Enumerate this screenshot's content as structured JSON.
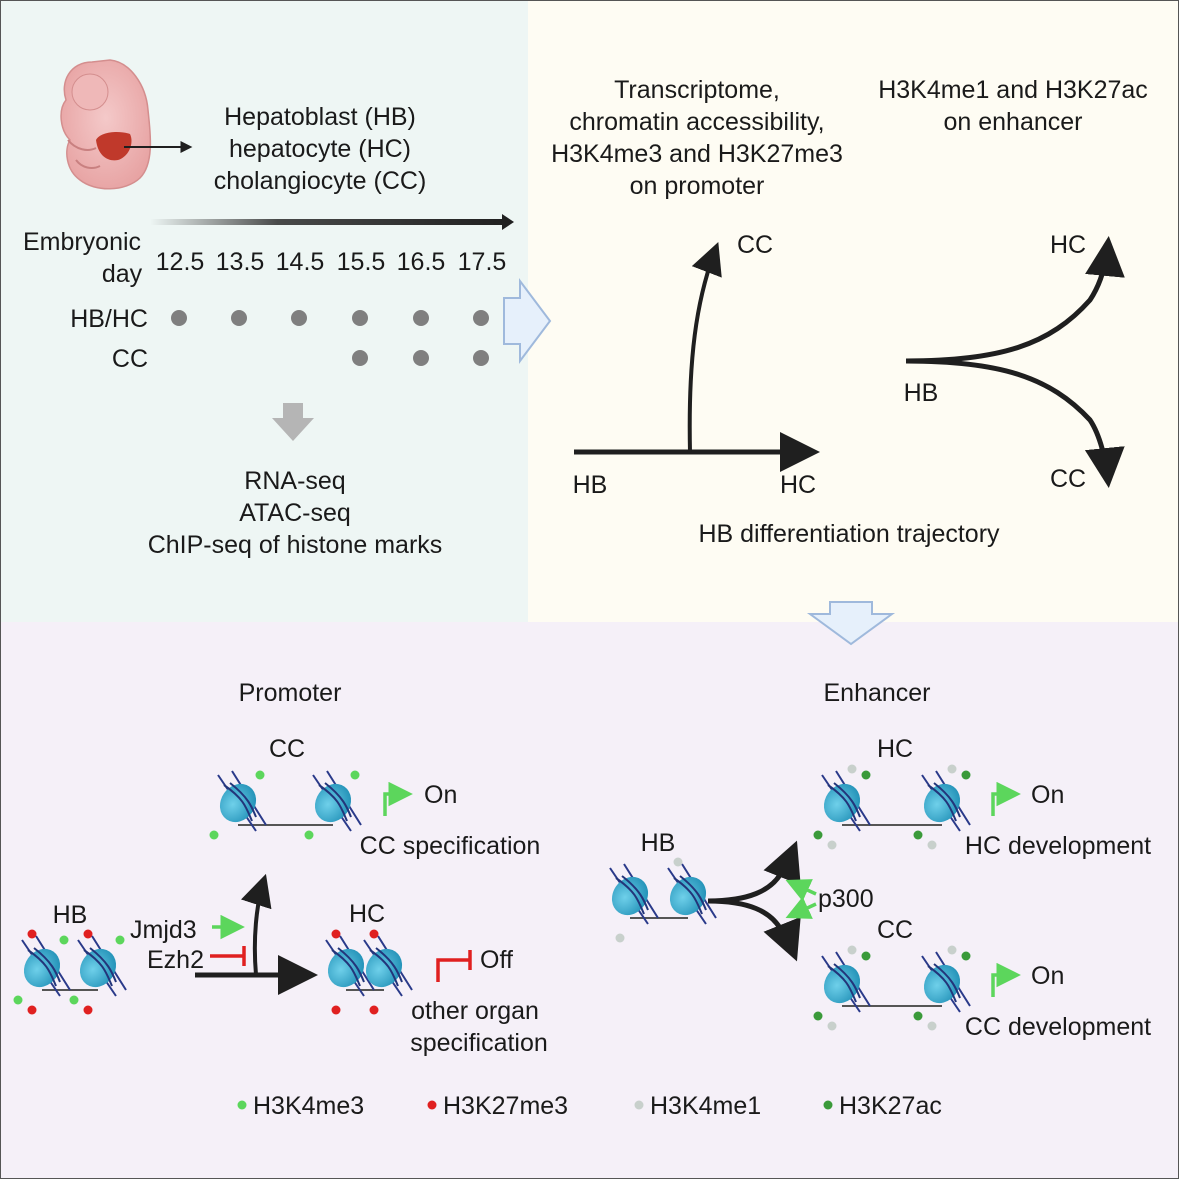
{
  "colors": {
    "panel_top_left": "#eef6f4",
    "panel_top_right": "#fefcf3",
    "panel_bottom": "#f5f0f8",
    "h3k4me3": "#5cd65c",
    "h3k27me3": "#e02020",
    "h3k4me1": "#c8d0cc",
    "h3k27ac": "#3a9a3a",
    "nucleosome": "#29a3c9",
    "dna": "#2a3a8a",
    "arrow": "#1f1f1f",
    "gray_arrow": "#b5b5b5",
    "blue_arrow_outline": "#9fb9dc"
  },
  "icons": [
    "embryo-icon",
    "liver-icon",
    "nucleosome-icon",
    "gene-on-arrow-icon",
    "gene-off-bar-icon"
  ],
  "top_left": {
    "sample_label": [
      "Hepatoblast (HB)",
      "hepatocyte (HC)",
      "cholangiocyte (CC)"
    ],
    "timeline_label": [
      "Embryonic",
      "day"
    ],
    "days": [
      "12.5",
      "13.5",
      "14.5",
      "15.5",
      "16.5",
      "17.5"
    ],
    "rows": [
      {
        "label": "HB/HC",
        "sampled": [
          true,
          true,
          true,
          true,
          true,
          true
        ]
      },
      {
        "label": "CC",
        "sampled": [
          false,
          false,
          false,
          true,
          true,
          true
        ]
      }
    ],
    "assays": [
      "RNA-seq",
      "ATAC-seq",
      "ChIP-seq of histone marks"
    ]
  },
  "top_right": {
    "promoter_header": [
      "Transcriptome,",
      "chromatin accessibility,",
      "H3K4me3 and H3K27me3",
      "on promoter"
    ],
    "enhancer_header": [
      "H3K4me1 and H3K27ac",
      "on enhancer"
    ],
    "promoter_traj": {
      "start": "HB",
      "end": "HC",
      "branch": "CC"
    },
    "enhancer_traj": {
      "start": "HB",
      "upper": "HC",
      "lower": "CC"
    },
    "caption": "HB differentiation trajectory"
  },
  "promoter": {
    "title": "Promoter",
    "hb_label": "HB",
    "cc_label": "CC",
    "hc_label": "HC",
    "jmjd3": "Jmjd3",
    "ezh2": "Ezh2",
    "on_label": "On",
    "off_label": "Off",
    "cc_outcome": "CC specification",
    "hc_outcome": [
      "other organ",
      "specification"
    ]
  },
  "enhancer": {
    "title": "Enhancer",
    "hb_label": "HB",
    "hc_label": "HC",
    "cc_label": "CC",
    "p300": "p300",
    "on_label_hc": "On",
    "on_label_cc": "On",
    "hc_outcome": "HC development",
    "cc_outcome": "CC development"
  },
  "legend": [
    {
      "label": "H3K4me3",
      "color": "#5cd65c"
    },
    {
      "label": "H3K27me3",
      "color": "#e02020"
    },
    {
      "label": "H3K4me1",
      "color": "#c8d0cc"
    },
    {
      "label": "H3K27ac",
      "color": "#3a9a3a"
    }
  ]
}
